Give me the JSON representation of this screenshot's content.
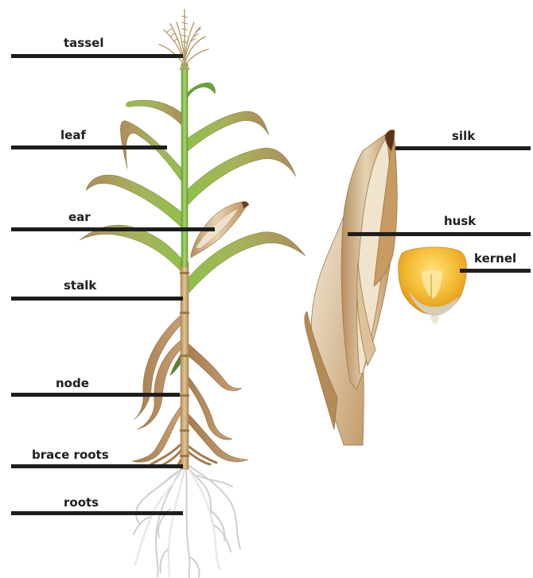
{
  "labels": {
    "tassel": "tassel",
    "leaf": "leaf",
    "ear": "ear",
    "stalk": "stalk",
    "node": "node",
    "brace_roots": "brace roots",
    "roots": "roots",
    "silk": "silk",
    "husk": "husk",
    "kernel": "kernel"
  },
  "colors": {
    "leaf_green": "#8fc04a",
    "leaf_brown": "#b9905f",
    "stalk": "#c9a46e",
    "husk": "#c8a575",
    "kernel_yellow": "#f2b934",
    "root": "#cfcfcf",
    "label_line": "#1e1e1e"
  }
}
